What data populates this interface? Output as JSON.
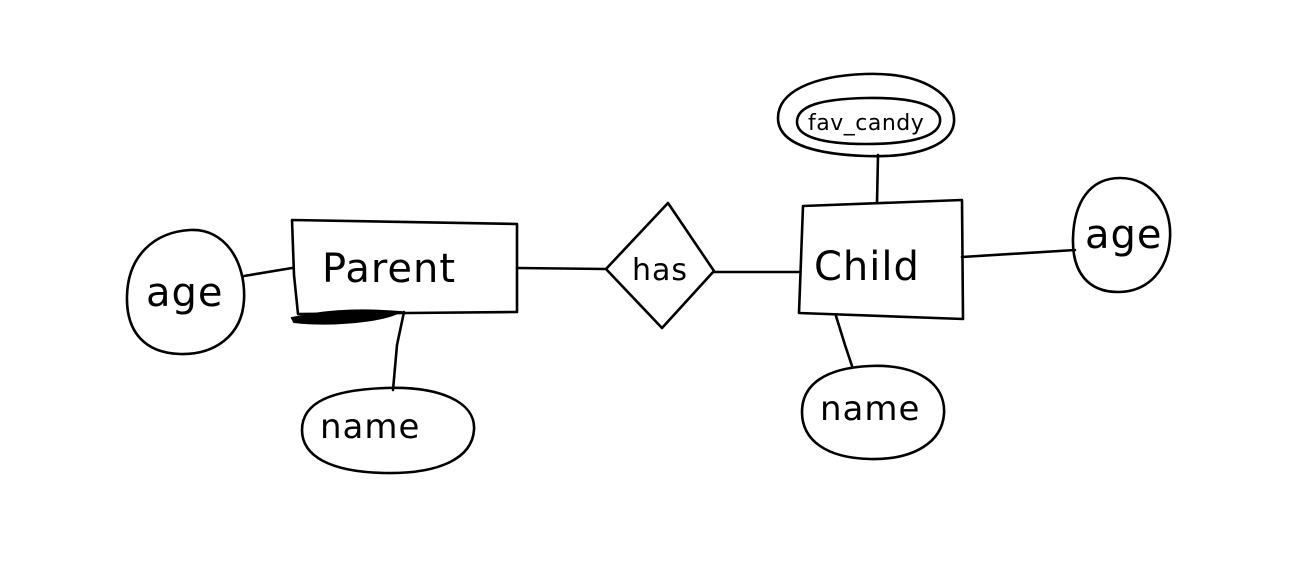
{
  "entities": {
    "parent": {
      "label": "Parent"
    },
    "child": {
      "label": "Child"
    }
  },
  "relationship": {
    "label": "has"
  },
  "attributes": {
    "parent_age": {
      "label": "age"
    },
    "parent_name": {
      "label": "name"
    },
    "child_age": {
      "label": "age"
    },
    "child_name": {
      "label": "name"
    },
    "child_fav_candy": {
      "label": "fav_candy",
      "multivalued": true
    }
  },
  "colors": {
    "ink": "#000000",
    "background": "#ffffff"
  }
}
